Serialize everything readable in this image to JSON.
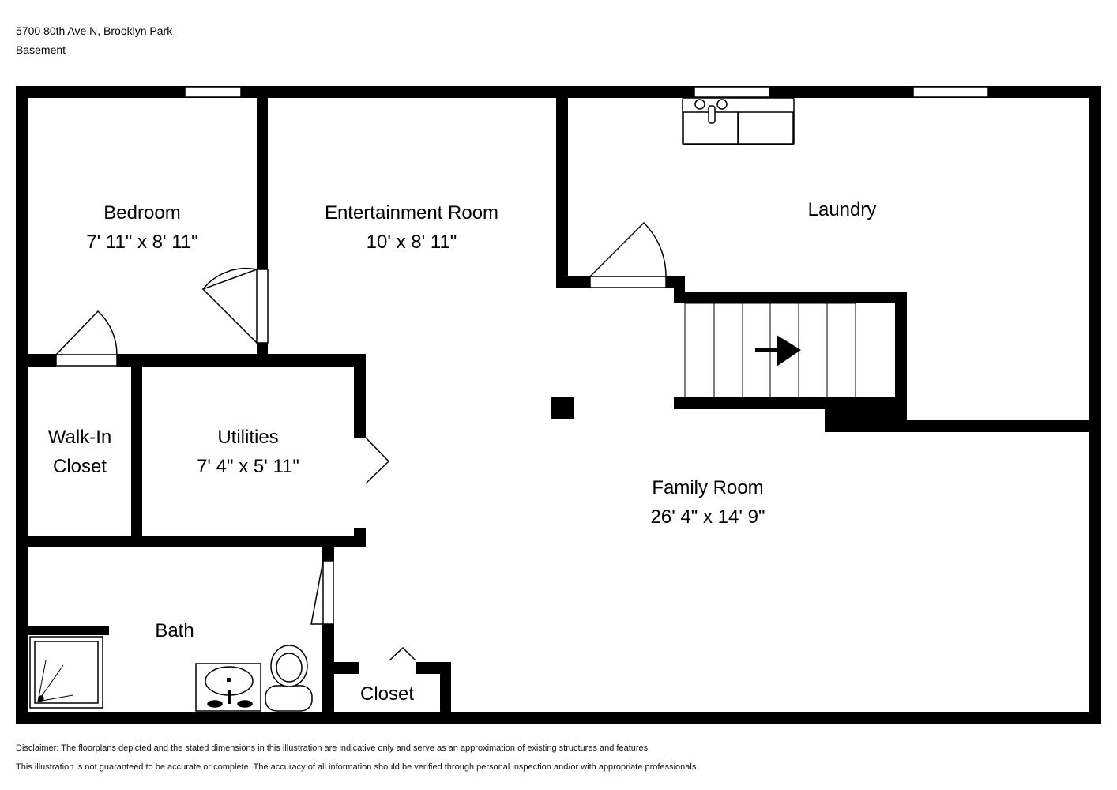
{
  "header": {
    "address": "5700 80th Ave N, Brooklyn Park",
    "level": "Basement"
  },
  "rooms": {
    "bedroom": {
      "name": "Bedroom",
      "dims": "7' 11\" x 8' 11\""
    },
    "entertainment": {
      "name": "Entertainment Room",
      "dims": "10' x 8' 11\""
    },
    "laundry": {
      "name": "Laundry"
    },
    "walkin": {
      "name_line1": "Walk-In",
      "name_line2": "Closet"
    },
    "utilities": {
      "name": "Utilities",
      "dims": "7' 4\" x 5' 11\""
    },
    "family": {
      "name": "Family Room",
      "dims": "26' 4\" x 14' 9\""
    },
    "bath": {
      "name": "Bath"
    },
    "closet": {
      "name": "Closet"
    }
  },
  "disclaimer": {
    "line1": "Disclaimer: The floorplans depicted and the stated dimensions in this illustration are indicative only and serve as an approximation of existing structures and features.",
    "line2": "This illustration is not guaranteed to be accurate or complete. The accuracy of all information should be verified through personal inspection and/or with appropriate professionals."
  }
}
